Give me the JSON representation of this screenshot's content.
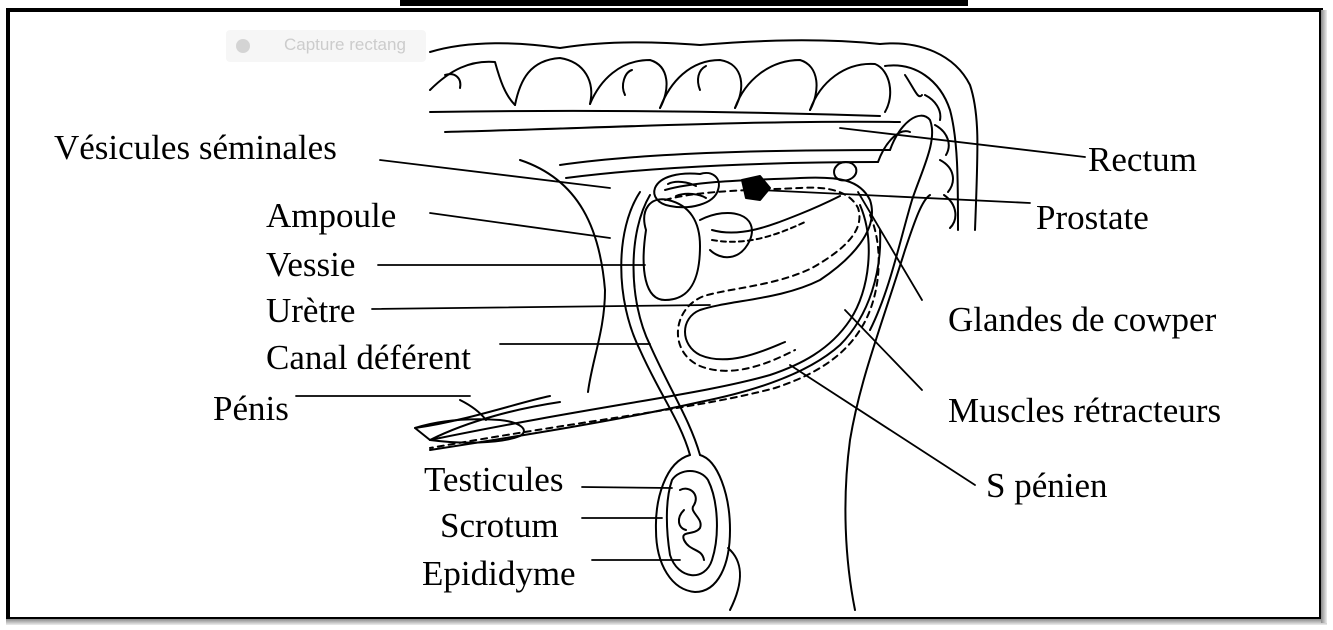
{
  "overlay": {
    "capture_hint": "Capture rectang"
  },
  "labels": {
    "vesicules": "Vésicules séminales",
    "ampoule": "Ampoule",
    "vessie": "Vessie",
    "uretre": "Urètre",
    "canal": "Canal déférent",
    "penis": "Pénis",
    "testicules": "Testicules",
    "scrotum": "Scrotum",
    "epididyme": "Epididyme",
    "rectum": "Rectum",
    "prostate": "Prostate",
    "glandes": "Glandes de cowper",
    "muscles": "Muscles rétracteurs",
    "s_penien": "S pénien"
  }
}
